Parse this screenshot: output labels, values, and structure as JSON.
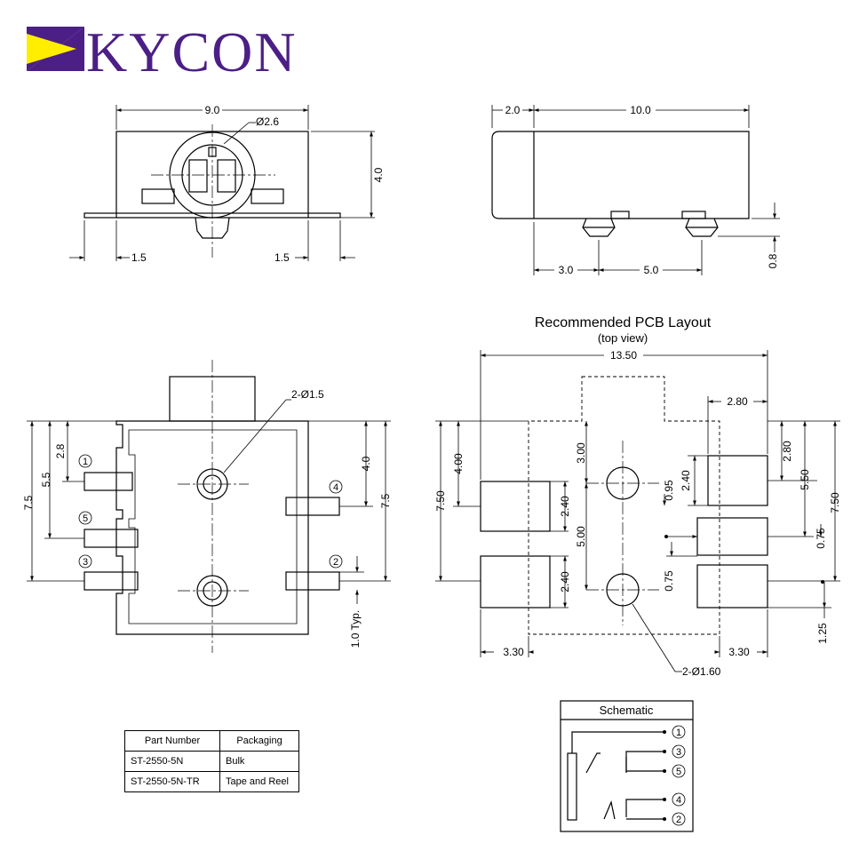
{
  "brand": {
    "name": "KYCON",
    "color": "#4b1f86",
    "accent": "#ffee00"
  },
  "front_view": {
    "width": "9.0",
    "diameter": "Ø2.6",
    "height": "4.0",
    "left_offset": "1.5",
    "right_offset": "1.5"
  },
  "side_view": {
    "front": "2.0",
    "length": "10.0",
    "pin1": "3.0",
    "pin2": "5.0",
    "depth": "0.8"
  },
  "bottom_view": {
    "holes": "2-Ø1.5",
    "dims": {
      "a": "2.8",
      "b": "5.5",
      "c": "7.5",
      "d": "4.0",
      "e": "7.5",
      "typ": "1.0 Typ."
    },
    "pins": [
      "1",
      "5",
      "3",
      "4",
      "2"
    ]
  },
  "pcb_layout": {
    "title": "Recommended PCB Layout",
    "subtitle": "(top view)",
    "dims": {
      "width": "13.50",
      "right_pad": "2.80",
      "left_h": "7.50",
      "left_top": "4.00",
      "center_top": "3.00",
      "pad_h1": "2.40",
      "center_mid": "5.00",
      "pad_h2": "2.40",
      "gap1": "0.95",
      "pad_h3": "2.40",
      "r_top": "2.80",
      "r_mid": "5.50",
      "r_all": "7.50",
      "r_gap": "0.75",
      "r_gap2": "0.75",
      "r_bot": "1.25",
      "left_bottom": "3.30",
      "right_bottom": "3.30",
      "holes": "2-Ø1.60"
    }
  },
  "schematic": {
    "title": "Schematic",
    "pins": [
      "1",
      "3",
      "5",
      "4",
      "2"
    ]
  },
  "parts_table": {
    "headers": [
      "Part Number",
      "Packaging"
    ],
    "rows": [
      [
        "ST-2550-5N",
        "Bulk"
      ],
      [
        "ST-2550-5N-TR",
        "Tape and Reel"
      ]
    ]
  }
}
